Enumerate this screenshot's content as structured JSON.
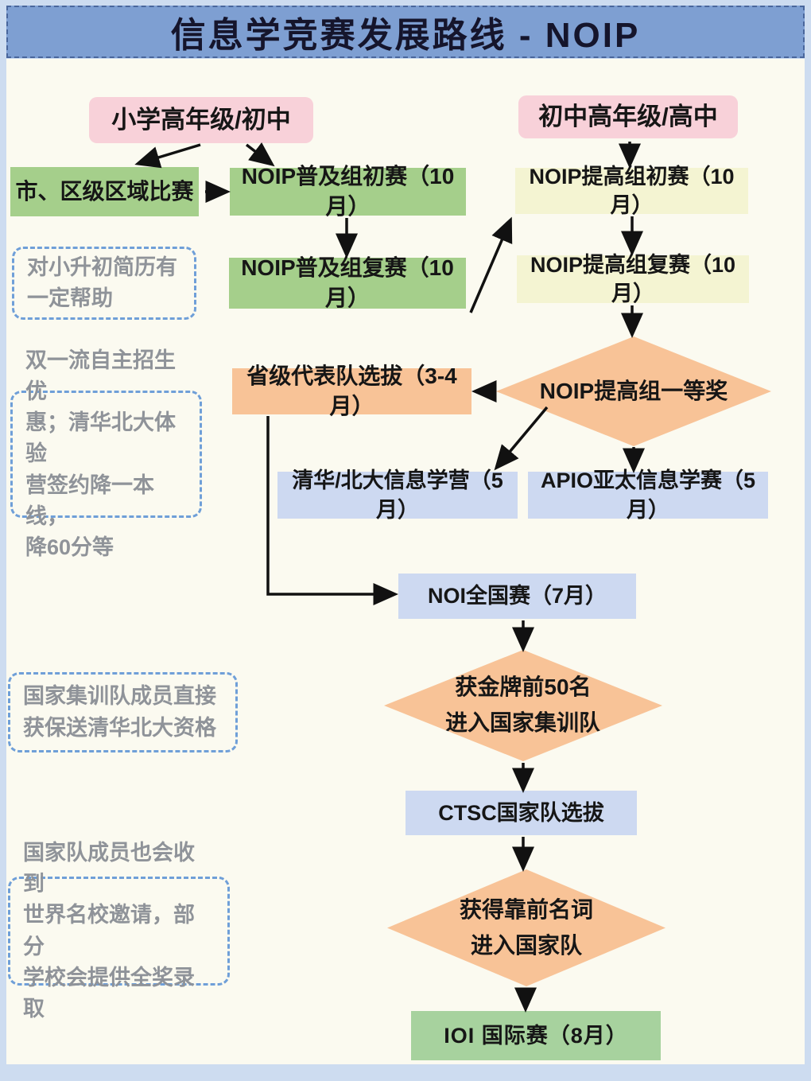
{
  "header": {
    "title": "信息学竞赛发展路线 - NOIP"
  },
  "stages": {
    "primary": "小学高年级/初中",
    "secondary": "初中高年级/高中"
  },
  "nodes": {
    "regional": "市、区级区域比赛",
    "pj_prelim": "NOIP普及组初赛（10月）",
    "pj_final": "NOIP普及组复赛（10月）",
    "tg_prelim": "NOIP提高组初赛（10月）",
    "tg_final": "NOIP提高组复赛（10月）",
    "provincial_select": "省级代表队选拔（3-4月）",
    "tg_first_prize": "NOIP提高组一等奖",
    "thu_pku_camp": "清华/北大信息学营（5月）",
    "apio": "APIO亚太信息学赛（5月）",
    "noi": "NOI全国赛（7月）",
    "gold_top50": "获金牌前50名\n进入国家集训队",
    "ctsc": "CTSC国家队选拔",
    "top_rank": "获得靠前名词\n进入国家队",
    "ioi": "IOI 国际赛（8月）"
  },
  "notes": {
    "resume": "对小升初简历有\n一定帮助",
    "admission": "双一流自主招生优\n惠；清华北大体验\n营签约降一本线，\n降60分等",
    "baosong": "国家集训队成员直接\n获保送清华北大资格",
    "world": "国家队成员也会收到\n世界名校邀请，部分\n学校会提供全奖录取"
  },
  "colors": {
    "title_bar": "#7e9fd2",
    "stage_pink": "#f8d1d9",
    "node_green": "#a5cf8b",
    "node_yellow": "#f4f4d2",
    "node_orange": "#f8c397",
    "node_blue": "#cdd9f1",
    "node_green_ioi": "#a7d29e",
    "note_border": "#6f9fd8",
    "note_text": "#8f9399",
    "arrow": "#111111"
  }
}
